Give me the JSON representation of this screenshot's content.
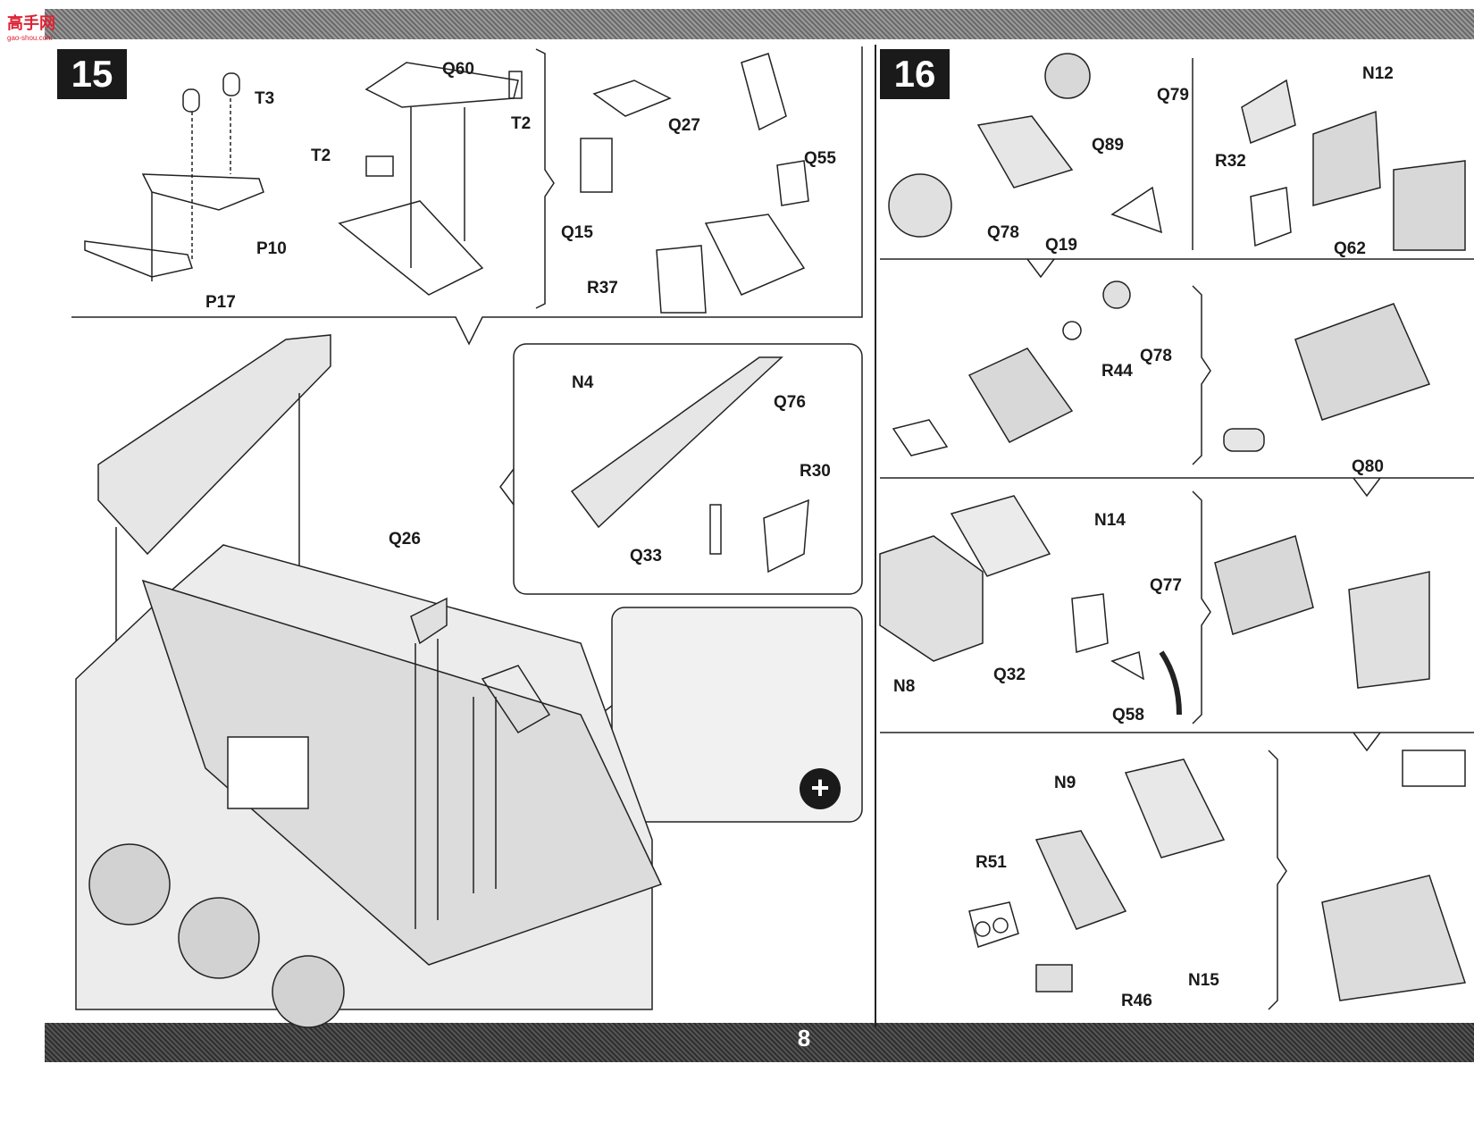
{
  "watermark": {
    "logo": "高手网",
    "sub": "gao-shou.com"
  },
  "page_number": "8",
  "steps": [
    {
      "number": "15"
    },
    {
      "number": "16"
    }
  ],
  "parts": {
    "T3": "T3",
    "Q60": "Q60",
    "T2a": "T2",
    "T2b": "T2",
    "P10": "P10",
    "P17": "P17",
    "Q27": "Q27",
    "Q15": "Q15",
    "Q55": "Q55",
    "R37": "R37",
    "N4": "N4",
    "Q76": "Q76",
    "R30": "R30",
    "Q33": "Q33",
    "Q26": "Q26",
    "Q79": "Q79",
    "Q89": "Q89",
    "Q78a": "Q78",
    "Q19": "Q19",
    "R32": "R32",
    "N12": "N12",
    "Q62": "Q62",
    "R44": "R44",
    "Q78b": "Q78",
    "Q80": "Q80",
    "N14": "N14",
    "Q77": "Q77",
    "N8": "N8",
    "Q32": "Q32",
    "Q58": "Q58",
    "N9": "N9",
    "R51": "R51",
    "N15": "N15",
    "R46": "R46"
  },
  "icons": {
    "zoom": "magnify-plus-icon"
  }
}
